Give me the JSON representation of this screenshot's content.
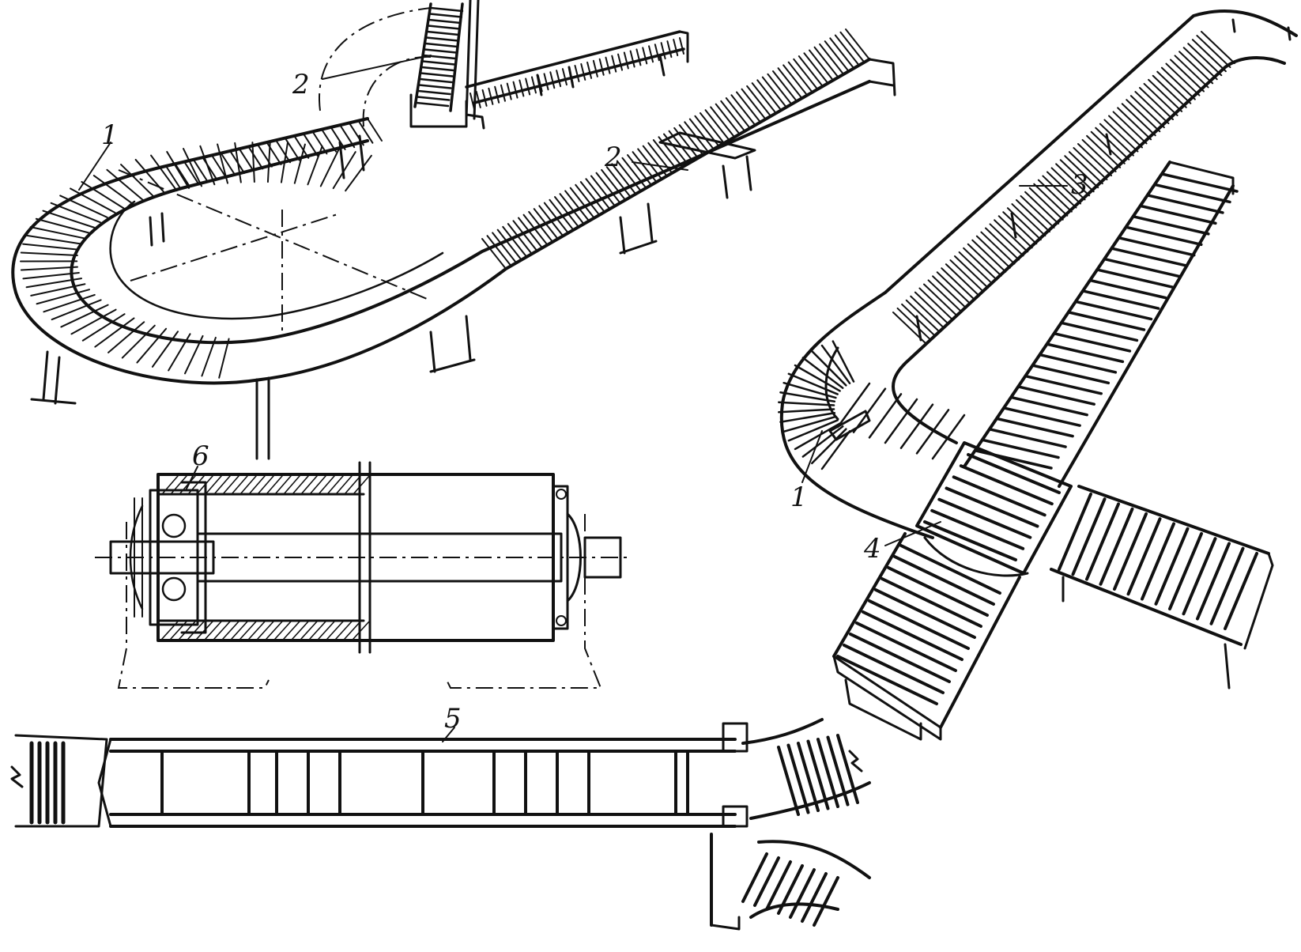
{
  "callouts": {
    "c1a": "1",
    "c2a": "2",
    "c2b": "2",
    "c3": "3",
    "c1b": "1",
    "c4": "4",
    "c6": "6",
    "c5": "5"
  }
}
